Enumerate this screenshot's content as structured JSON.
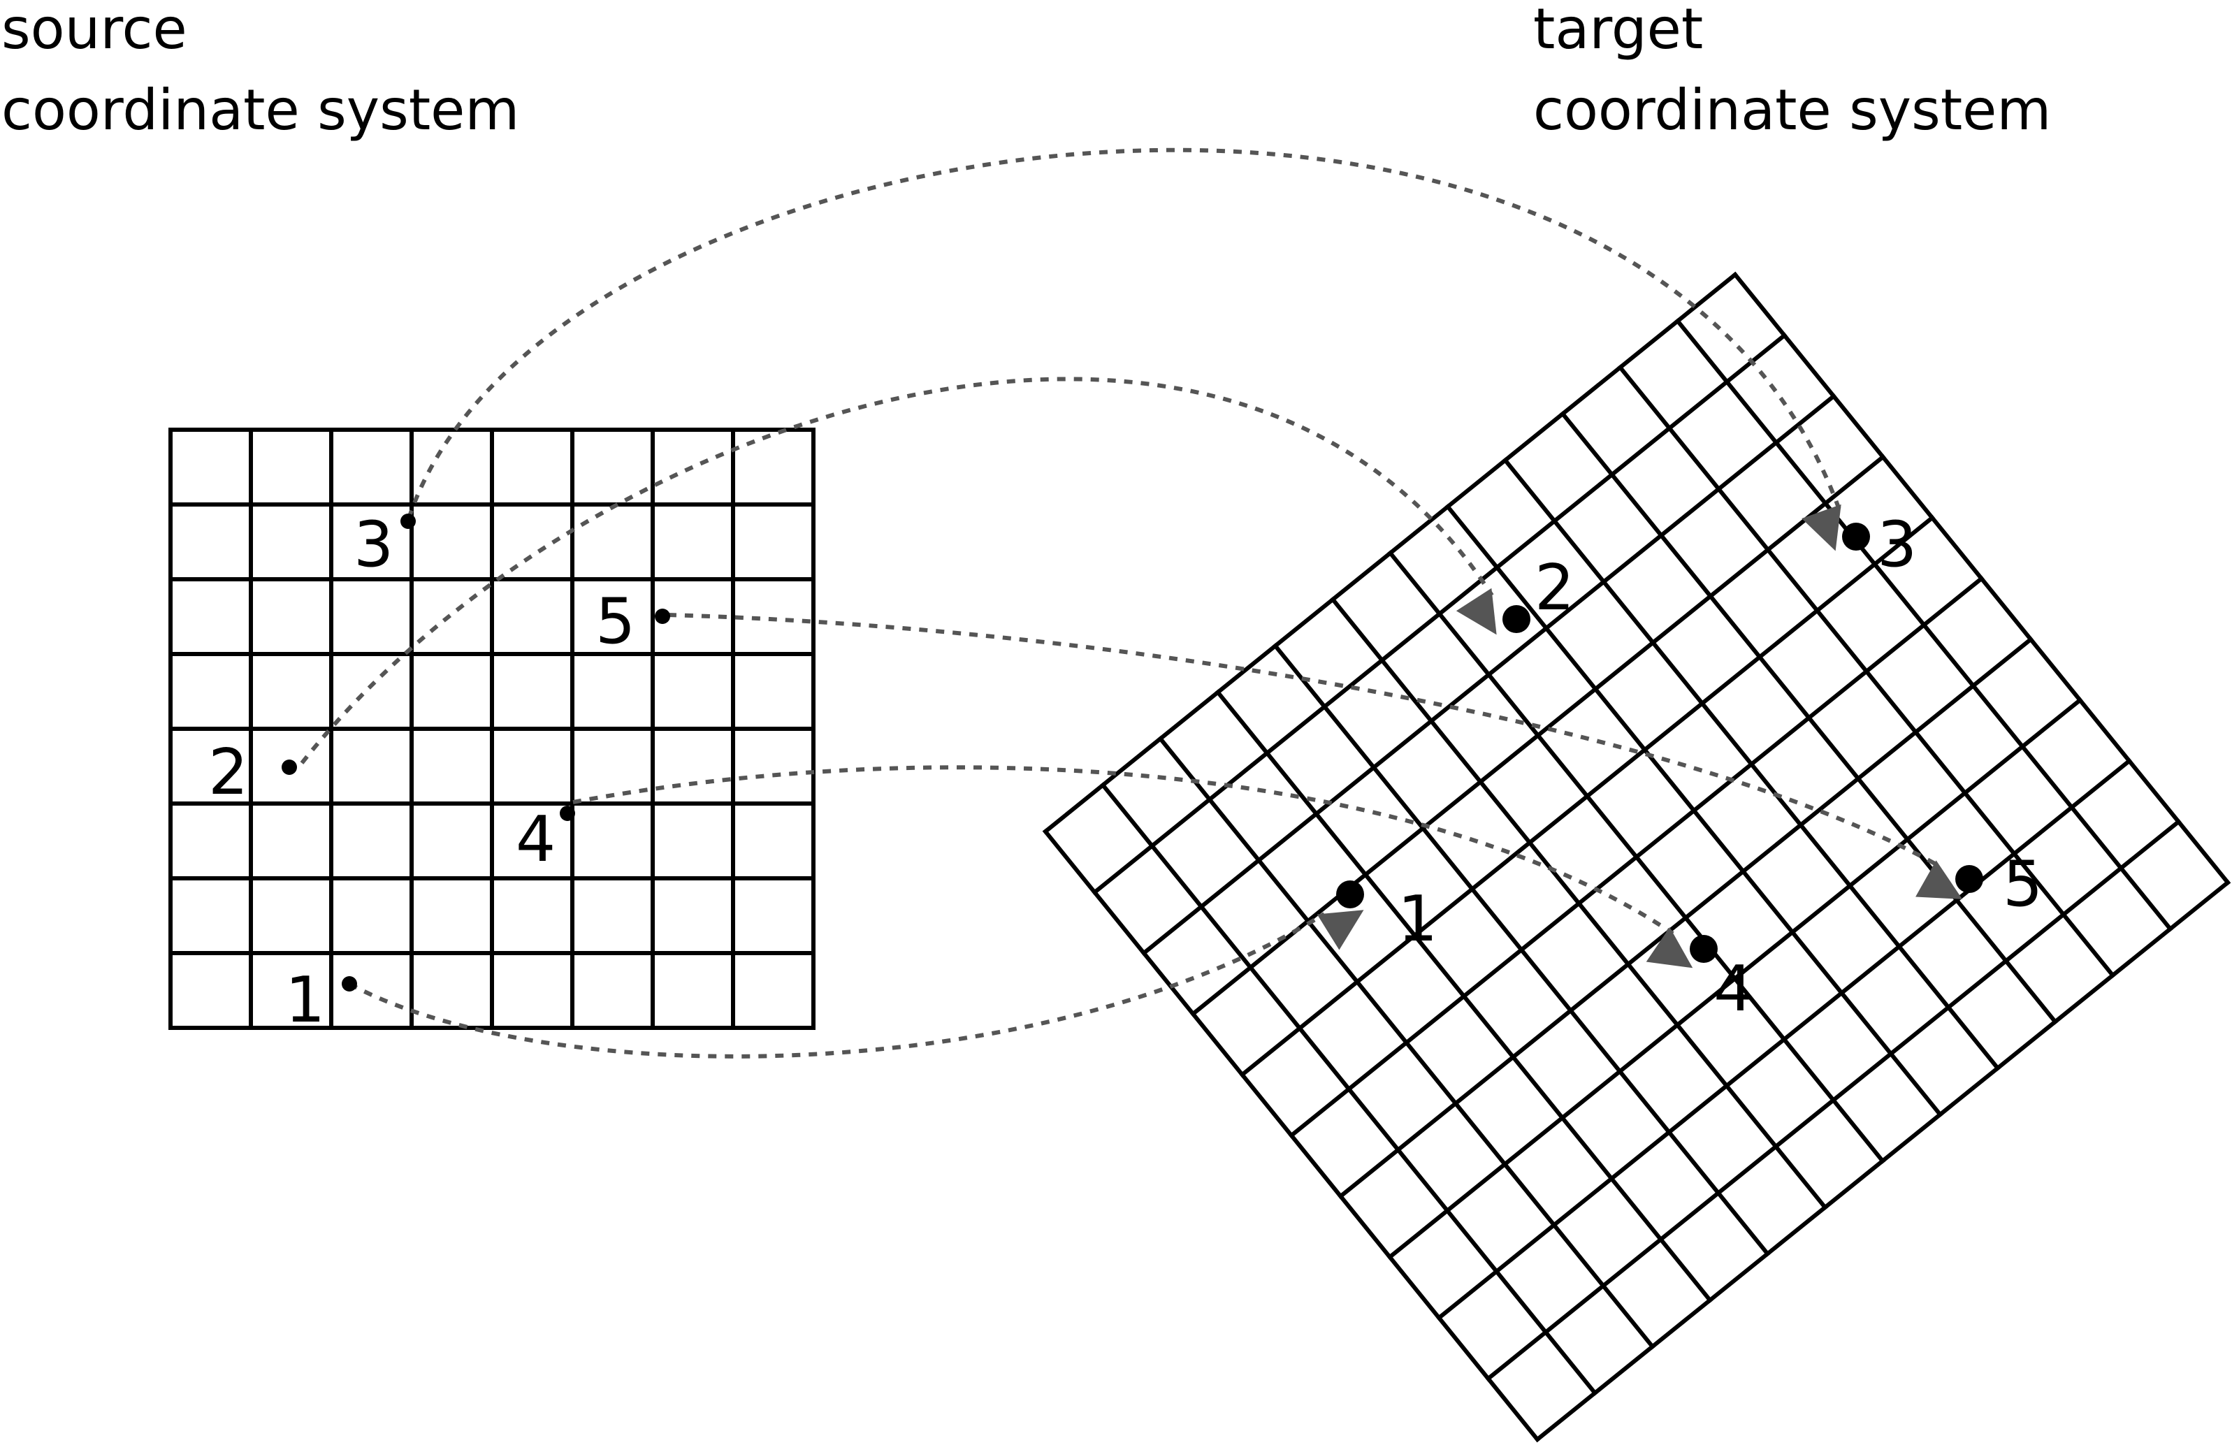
{
  "source": {
    "caption_line1": "source",
    "caption_line2": "coordinate system"
  },
  "target": {
    "caption_line1": "target",
    "caption_line2": "coordinate system"
  },
  "points": [
    {
      "label": "1"
    },
    {
      "label": "2"
    },
    {
      "label": "3"
    },
    {
      "label": "4"
    },
    {
      "label": "5"
    }
  ],
  "colors": {
    "grid": "#000000",
    "arrow": "#555555"
  }
}
